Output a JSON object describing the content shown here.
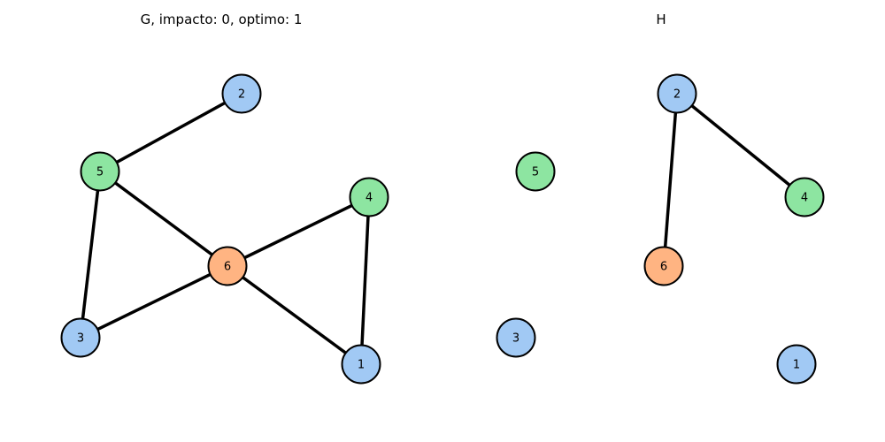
{
  "colors": {
    "blue": "#a1c9f4",
    "green": "#8de5a1",
    "orange": "#ffb482",
    "edge": "#000000",
    "outline": "#000000"
  },
  "graphs": [
    {
      "id": "G",
      "title": "G, impacto: 0, optimo: 1",
      "nodes": [
        {
          "id": "1",
          "label": "1",
          "color": "blue"
        },
        {
          "id": "2",
          "label": "2",
          "color": "blue"
        },
        {
          "id": "3",
          "label": "3",
          "color": "blue"
        },
        {
          "id": "4",
          "label": "4",
          "color": "green"
        },
        {
          "id": "5",
          "label": "5",
          "color": "green"
        },
        {
          "id": "6",
          "label": "6",
          "color": "orange"
        }
      ],
      "edges": [
        [
          "5",
          "2"
        ],
        [
          "5",
          "6"
        ],
        [
          "5",
          "3"
        ],
        [
          "6",
          "4"
        ],
        [
          "6",
          "3"
        ],
        [
          "6",
          "1"
        ],
        [
          "4",
          "1"
        ]
      ]
    },
    {
      "id": "H",
      "title": "H",
      "nodes": [
        {
          "id": "1",
          "label": "1",
          "color": "blue"
        },
        {
          "id": "2",
          "label": "2",
          "color": "blue"
        },
        {
          "id": "3",
          "label": "3",
          "color": "blue"
        },
        {
          "id": "4",
          "label": "4",
          "color": "green"
        },
        {
          "id": "5",
          "label": "5",
          "color": "green"
        },
        {
          "id": "6",
          "label": "6",
          "color": "orange"
        }
      ],
      "edges": [
        [
          "2",
          "4"
        ],
        [
          "2",
          "6"
        ]
      ]
    }
  ]
}
